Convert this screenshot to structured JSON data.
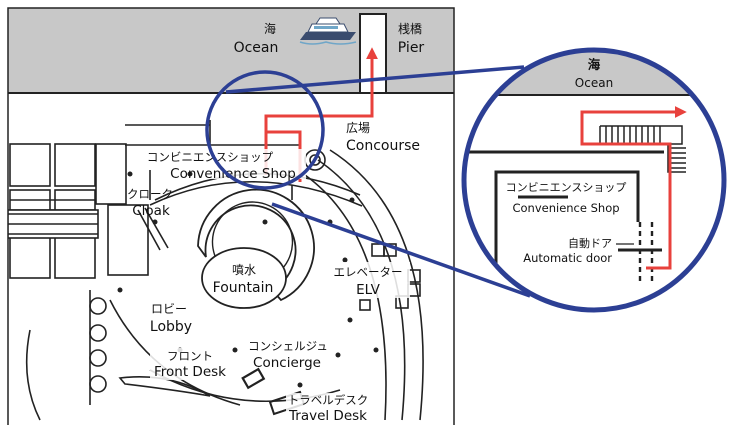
{
  "map": {
    "sea": {
      "jp": "海",
      "en": "Ocean"
    },
    "pier": {
      "jp": "桟橋",
      "en": "Pier"
    },
    "concourse": {
      "jp": "広場",
      "en": "Concourse"
    },
    "convenience_shop": {
      "jp": "コンビニエンスショップ",
      "en": "Convenience Shop"
    },
    "cloak": {
      "jp": "クローク",
      "en": "Cloak"
    },
    "fountain": {
      "jp": "噴水",
      "en": "Fountain"
    },
    "elevator": {
      "jp": "エレベーター",
      "en": "ELV"
    },
    "lobby": {
      "jp": "ロビー",
      "en": "Lobby"
    },
    "front_desk": {
      "jp": "フロント",
      "en": "Front Desk"
    },
    "concierge": {
      "jp": "コンシェルジュ",
      "en": "Concierge"
    },
    "travel_desk": {
      "jp": "トラベルデスク",
      "en": "Travel Desk"
    }
  },
  "inset": {
    "sea": {
      "jp": "海",
      "en": "Ocean"
    },
    "convenience_shop": {
      "jp": "コンビニエンスショップ",
      "en": "Convenience Shop"
    },
    "automatic_door": {
      "jp": "自動ドア",
      "en": "Automatic door"
    }
  },
  "colors": {
    "route": "#e8413c",
    "callout": "#2c3f94",
    "sea": "#c8c8c8",
    "walls": "#222222"
  },
  "icons": {
    "boat": "boat-icon"
  }
}
